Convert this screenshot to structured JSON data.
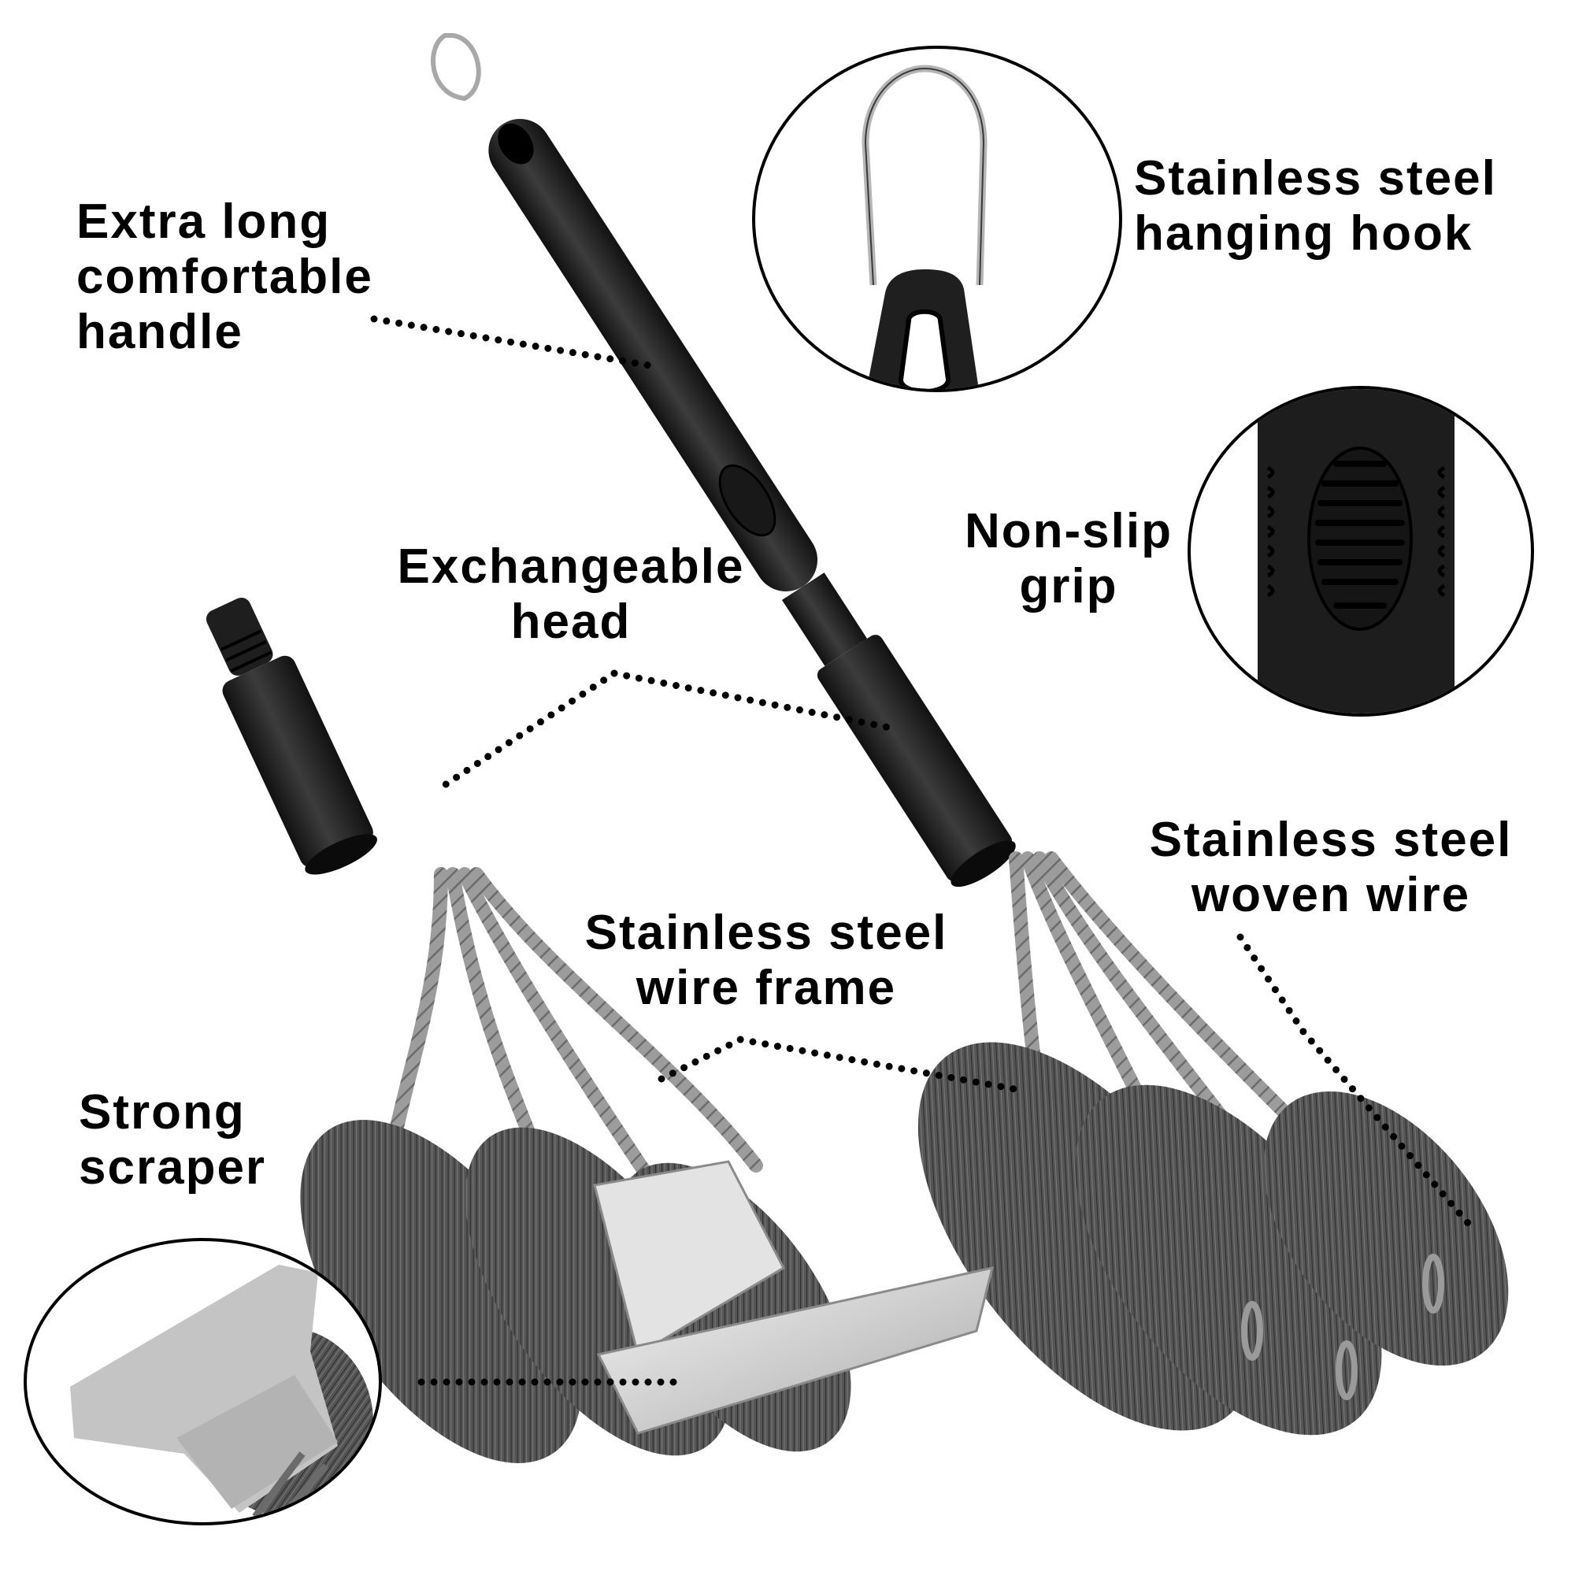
{
  "infographic": {
    "subject": "3-in-1 grill brush with scraper",
    "colors": {
      "background": "#ffffff",
      "text": "#000000",
      "handle": "#1c1c1c",
      "handle_highlight": "#4a4a4a",
      "bristle": "#4d4d4d",
      "wire": "#9a9a9a",
      "scraper": "#d2d2d2",
      "callout_ring": "#000000"
    },
    "callouts": [
      {
        "id": "handle",
        "lines": [
          "Extra long",
          "comfortable",
          "handle"
        ]
      },
      {
        "id": "hook",
        "lines": [
          "Stainless steel",
          "hanging hook"
        ]
      },
      {
        "id": "grip",
        "lines": [
          "Non-slip",
          "grip"
        ]
      },
      {
        "id": "head",
        "lines": [
          "Exchangeable",
          "head"
        ]
      },
      {
        "id": "woven-wire",
        "lines": [
          "Stainless steel",
          "woven wire"
        ]
      },
      {
        "id": "wire-frame",
        "lines": [
          "Stainless steel",
          "wire frame"
        ]
      },
      {
        "id": "scraper",
        "lines": [
          "Strong",
          "scraper"
        ]
      }
    ],
    "insets": [
      {
        "id": "hook-detail",
        "depicts": "hanging hook loop on handle end"
      },
      {
        "id": "grip-detail",
        "depicts": "ribbed non-slip grip pad"
      },
      {
        "id": "scraper-detail",
        "depicts": "stainless steel scraper blade"
      }
    ]
  }
}
